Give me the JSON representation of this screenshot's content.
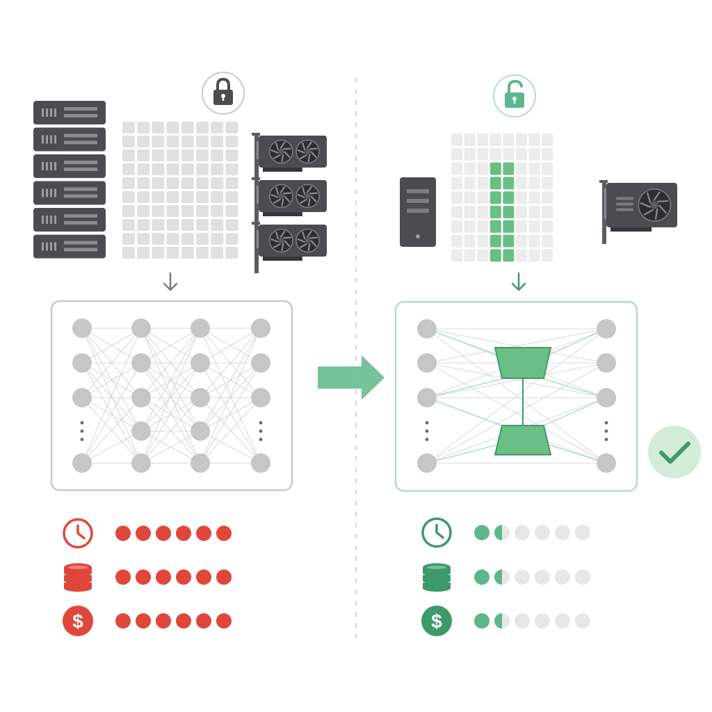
{
  "colors": {
    "background": "#ffffff",
    "hardware_dark": "#4a4c50",
    "hardware_light": "#6b6d72",
    "grid_gray": "#e0e0e0",
    "node_gray": "#c6c6c6",
    "edge_gray": "#d2d2d2",
    "frame_gray": "#c9c9c9",
    "accent_green": "#5cb88c",
    "adapter_green": "#6abf86",
    "frame_green": "#b3dcc7",
    "dark_green": "#3d9a6a",
    "check_bg": "#d3ecd9",
    "metric_red": "#e0473a",
    "dot_gray": "#e7e7e7",
    "divider": "#d4d4d4"
  },
  "left": {
    "lock_state": "locked",
    "lock_icon": "padlock-closed-icon",
    "server_units": 6,
    "gpu_count": 3,
    "weight_grid": {
      "rows": 10,
      "cols": 8
    },
    "network": {
      "columns": 4,
      "visible_nodes_per_column": [
        4,
        5,
        5,
        4
      ],
      "ellipsis_columns": [
        0,
        3
      ]
    },
    "metrics": [
      {
        "icon": "clock-icon",
        "level": 6,
        "max": 6
      },
      {
        "icon": "database-icon",
        "level": 6,
        "max": 6
      },
      {
        "icon": "dollar-coin-icon",
        "level": 6,
        "max": 6
      }
    ]
  },
  "right": {
    "lock_state": "unlocked",
    "lock_icon": "padlock-open-icon",
    "desktop_count": 1,
    "gpu_count": 1,
    "weight_grid": {
      "rows": 9,
      "cols": 8,
      "trainable_cols": [
        3,
        4
      ],
      "trainable_rows": [
        2,
        8
      ]
    },
    "network": {
      "visible_nodes_per_side": 4,
      "adapters": 2
    },
    "status_icon": "checkmark-icon",
    "metrics": [
      {
        "icon": "clock-icon",
        "level": 1.5,
        "max": 6
      },
      {
        "icon": "database-icon",
        "level": 1.5,
        "max": 6
      },
      {
        "icon": "dollar-coin-icon",
        "level": 1.5,
        "max": 6
      }
    ]
  },
  "transition": {
    "icon": "right-arrow-icon"
  }
}
